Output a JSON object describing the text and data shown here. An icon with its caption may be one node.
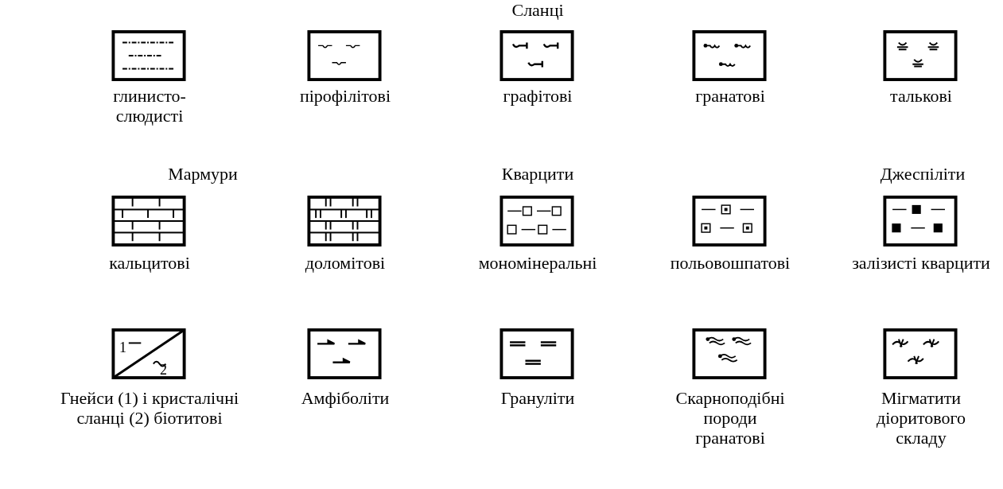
{
  "diagram": {
    "labels": [
      "Сланці",
      "Мармури",
      "Кварцити",
      "Джеспіліти",
      "1",
      "2"
    ],
    "legend": [
      {
        "text": "глинисто-слюдисті"
      },
      {
        "text": "пірофілітові"
      },
      {
        "text": "графітові"
      },
      {
        "text": "гранатові"
      },
      {
        "text": "талькові"
      },
      {
        "text": "кальцитові"
      },
      {
        "text": "доломітові"
      },
      {
        "text": "мономінеральні"
      },
      {
        "text": "польовошпатові"
      },
      {
        "text": "залізисті кварцити"
      },
      {
        "text": "Гнейси (1) і кристалічні сланці (2) біотитові"
      },
      {
        "text": "Амфіболіти"
      },
      {
        "text": "Грануліти"
      },
      {
        "text": "Скарноподібні породи гранатові"
      },
      {
        "text": "Мігматити діоритового складу"
      }
    ]
  }
}
